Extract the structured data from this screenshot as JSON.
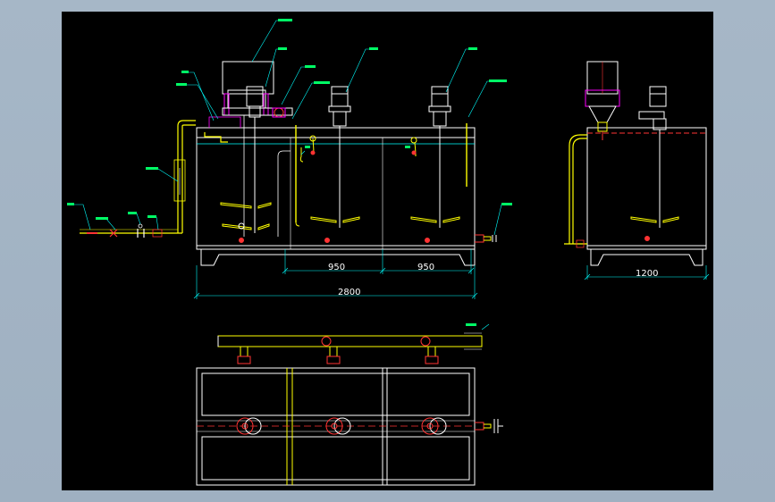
{
  "drawing": {
    "dimensions": {
      "span_left": "950",
      "span_right": "950",
      "overall_length": "2800",
      "side_width": "1200"
    }
  },
  "colors": {
    "canvas": "#000000",
    "viewport": "#a3b4c4",
    "outline": "#ffffff",
    "pipe": "#ffff00",
    "magenta": "#ff00ff",
    "red": "#ff3333",
    "cyan": "#00ffff",
    "green": "#00ff66"
  },
  "icons": [
    "motor-icon",
    "agitator-icon",
    "valve-icon",
    "hopper-icon"
  ]
}
